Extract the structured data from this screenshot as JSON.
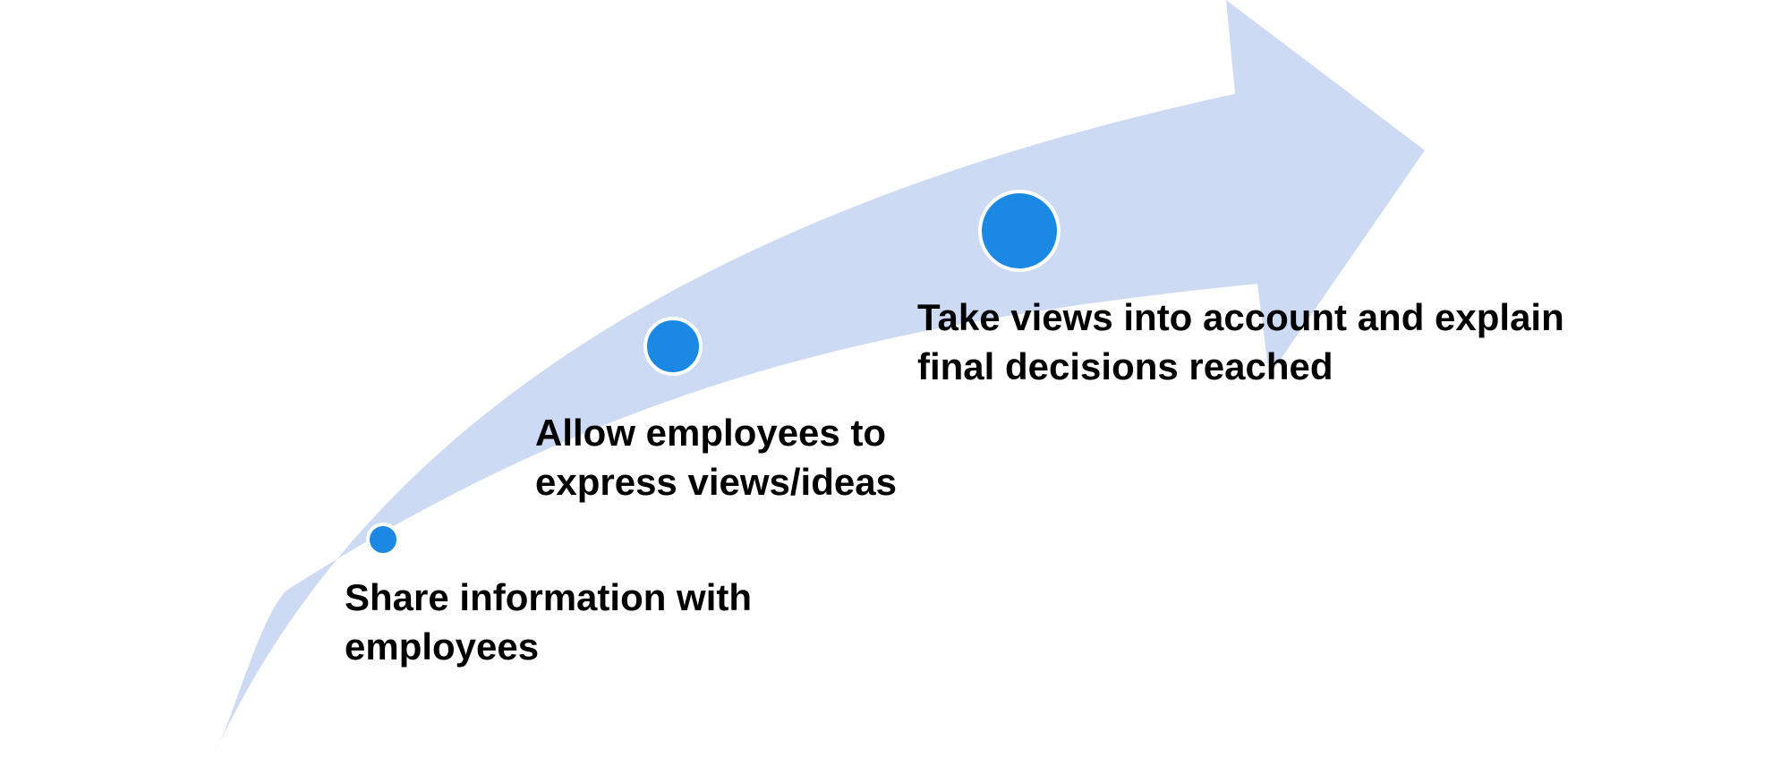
{
  "diagram": {
    "colors": {
      "arrow_fill": "#cddaf3",
      "marker_fill": "#1b88e3",
      "marker_stroke": "#ffffff",
      "text": "#000000"
    },
    "steps": [
      {
        "lines": [
          "Share information with",
          "employees"
        ]
      },
      {
        "lines": [
          "Allow employees to",
          "express views/ideas"
        ]
      },
      {
        "lines": [
          "Take views into account and explain",
          "final decisions reached"
        ]
      }
    ]
  }
}
